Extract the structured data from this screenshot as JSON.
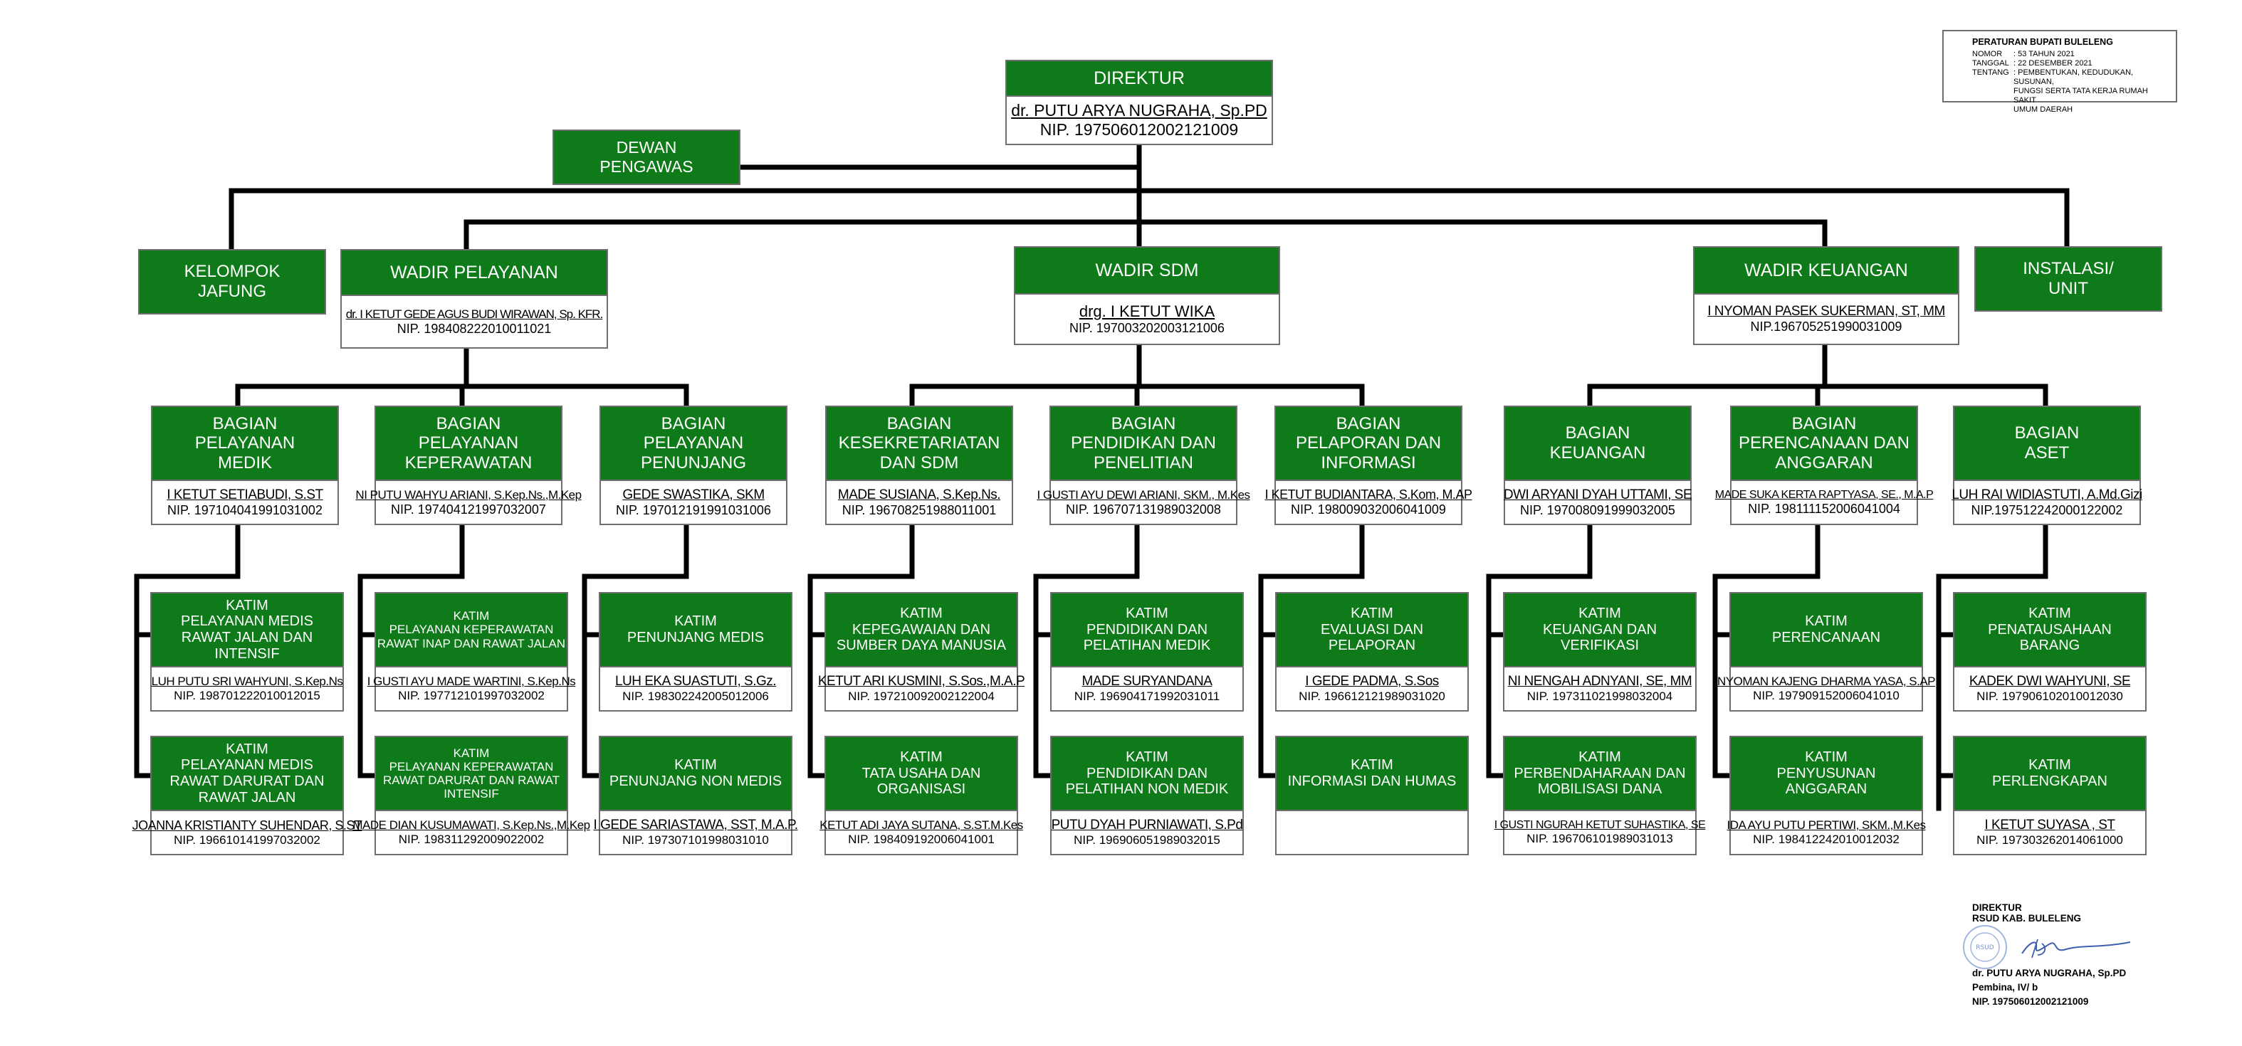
{
  "peraturan": {
    "title": "PERATURAN BUPATI BULELENG",
    "rows": [
      {
        "k": "NOMOR",
        "v": ": 53 TAHUN 2021"
      },
      {
        "k": "TANGGAL",
        "v": ": 22 DESEMBER 2021"
      },
      {
        "k": "TENTANG",
        "v": ": PEMBENTUKAN, KEDUDUKAN, SUSUNAN,\n  FUNGSI SERTA TATA KERJA RUMAH SAKIT\n  UMUM DAERAH"
      }
    ]
  },
  "direktur": {
    "title": "DIREKTUR",
    "name": "dr. PUTU ARYA NUGRAHA, Sp.PD",
    "nip": "NIP. 197506012002121009"
  },
  "dewan_pengawas": {
    "title": "DEWAN\nPENGAWAS"
  },
  "kelompok_jafung": {
    "title": "KELOMPOK\nJAFUNG"
  },
  "instalasi_unit": {
    "title": "INSTALASI/\nUNIT"
  },
  "wadir": [
    {
      "title": "WADIR PELAYANAN",
      "name": "dr. I KETUT GEDE AGUS BUDI WIRAWAN, Sp. KFR.",
      "nip": "NIP. 198408222010011021"
    },
    {
      "title": "WADIR SDM",
      "name": "drg. I KETUT WIKA",
      "nip": "NIP. 197003202003121006"
    },
    {
      "title": "WADIR KEUANGAN",
      "name": "I NYOMAN PASEK SUKERMAN,  ST, MM",
      "nip": "NIP.196705251990031009"
    }
  ],
  "bagian": [
    {
      "title": "BAGIAN\nPELAYANAN\nMEDIK",
      "name": "I KETUT SETIABUDI, S.ST",
      "nip": "NIP. 197104041991031002"
    },
    {
      "title": "BAGIAN\nPELAYANAN\nKEPERAWATAN",
      "name": "NI PUTU WAHYU ARIANI, S.Kep.Ns.,M.Kep",
      "nip": "NIP. 197404121997032007"
    },
    {
      "title": "BAGIAN\nPELAYANAN\nPENUNJANG",
      "name": "GEDE SWASTIKA, SKM",
      "nip": "NIP. 197012191991031006"
    },
    {
      "title": "BAGIAN\nKESEKRETARIATAN\nDAN SDM",
      "name": "MADE SUSIANA, S.Kep.Ns.",
      "nip": "NIP. 196708251988011001"
    },
    {
      "title": "BAGIAN\nPENDIDIKAN DAN\nPENELITIAN",
      "name": "I GUSTI AYU DEWI ARIANI, SKM., M.Kes",
      "nip": "NIP. 196707131989032008"
    },
    {
      "title": "BAGIAN\nPELAPORAN DAN\nINFORMASI",
      "name": "I KETUT BUDIANTARA,  S.Kom, M.AP",
      "nip": "NIP. 198009032006041009"
    },
    {
      "title": "BAGIAN\nKEUANGAN",
      "name": "DWI ARYANI DYAH UTTAMI, SE",
      "nip": "NIP. 197008091999032005"
    },
    {
      "title": "BAGIAN\nPERENCANAAN DAN\nANGGARAN",
      "name": "MADE SUKA KERTA RAPTYASA, SE., M.A.P",
      "nip": "NIP. 198111152006041004"
    },
    {
      "title": "BAGIAN\nASET",
      "name": "LUH RAI WIDIASTUTI, A.Md.Gizi",
      "nip": "NIP.197512242000122002"
    }
  ],
  "katim": [
    {
      "title": "KATIM\nPELAYANAN MEDIS\nRAWAT JALAN DAN\nINTENSIF",
      "name": "LUH PUTU SRI WAHYUNI, S.Kep.Ns",
      "nip": "NIP. 198701222010012015"
    },
    {
      "title": "KATIM\nPELAYANAN MEDIS\nRAWAT DARURAT DAN\nRAWAT JALAN",
      "name": "JOANNA KRISTIANTY SUHENDAR, S.ST",
      "nip": "NIP. 196610141997032002"
    },
    {
      "title": "KATIM\nPELAYANAN KEPERAWATAN\nRAWAT INAP DAN RAWAT JALAN",
      "name": "I GUSTI AYU MADE WARTINI, S.Kep.Ns",
      "nip": "NIP. 197712101997032002"
    },
    {
      "title": "KATIM\nPELAYANAN KEPERAWATAN\nRAWAT DARURAT DAN RAWAT\nINTENSIF",
      "name": "MADE DIAN KUSUMAWATI, S.Kep.Ns.,M.Kep",
      "nip": "NIP. 198311292009022002"
    },
    {
      "title": "KATIM\nPENUNJANG MEDIS",
      "name": "LUH EKA SUASTUTI, S.Gz.",
      "nip": "NIP. 198302242005012006"
    },
    {
      "title": "KATIM\nPENUNJANG NON MEDIS",
      "name": "I GEDE SARIASTAWA, SST, M.A.P.",
      "nip": "NIP. 197307101998031010"
    },
    {
      "title": "KATIM\nKEPEGAWAIAN DAN\nSUMBER DAYA MANUSIA",
      "name": "KETUT ARI KUSMINI,  S.Sos.,M.A.P",
      "nip": "NIP. 197210092002122004"
    },
    {
      "title": "KATIM\nTATA USAHA DAN\nORGANISASI",
      "name": "KETUT ADI JAYA SUTANA, S.ST.M.Kes",
      "nip": "NIP. 198409192006041001"
    },
    {
      "title": "KATIM\nPENDIDIKAN DAN\nPELATIHAN MEDIK",
      "name": "MADE SURYANDANA",
      "nip": "NIP. 196904171992031011"
    },
    {
      "title": "KATIM\nPENDIDIKAN DAN\nPELATIHAN NON MEDIK",
      "name": "PUTU DYAH PURNIAWATI,  S.Pd",
      "nip": "NIP. 196906051989032015"
    },
    {
      "title": "KATIM\nEVALUASI DAN\nPELAPORAN",
      "name": "I GEDE PADMA, S.Sos",
      "nip": "NIP. 196612121989031020"
    },
    {
      "title": "KATIM\nINFORMASI DAN HUMAS",
      "name": "",
      "nip": ""
    },
    {
      "title": "KATIM\nKEUANGAN DAN\nVERIFIKASI",
      "name": "NI NENGAH ADNYANI, SE, MM",
      "nip": "NIP. 197311021998032004"
    },
    {
      "title": "KATIM\nPERBENDAHARAAN DAN\nMOBILISASI DANA",
      "name": "I GUSTI NGURAH KETUT SUHASTIKA,  SE",
      "nip": "NIP. 196706101989031013"
    },
    {
      "title": "KATIM\nPERENCANAAN",
      "name": "NYOMAN KAJENG DHARMA YASA, S.AP",
      "nip": "NIP. 197909152006041010"
    },
    {
      "title": "KATIM\nPENYUSUNAN\nANGGARAN",
      "name": "IDA AYU PUTU PERTIWI, SKM.,M.Kes",
      "nip": "NIP. 198412242010012032"
    },
    {
      "title": "KATIM\nPENATAUSAHAAN\nBARANG",
      "name": "KADEK DWI WAHYUNI, SE",
      "nip": "NIP. 197906102010012030"
    },
    {
      "title": "KATIM\nPERLENGKAPAN",
      "name": "I KETUT SUYASA , ST",
      "nip": "NIP. 197303262014061000"
    }
  ],
  "signature": {
    "title": "DIREKTUR",
    "org": "RSUD KAB. BULELENG",
    "name": "dr. PUTU ARYA NUGRAHA, Sp.PD",
    "rank": "Pembina, IV/ b",
    "nip": "NIP. 197506012002121009",
    "seal_text": "RSUD"
  },
  "colors": {
    "box_green": "#0f7a1a",
    "border": "#6f6f6f",
    "line": "#000000"
  }
}
